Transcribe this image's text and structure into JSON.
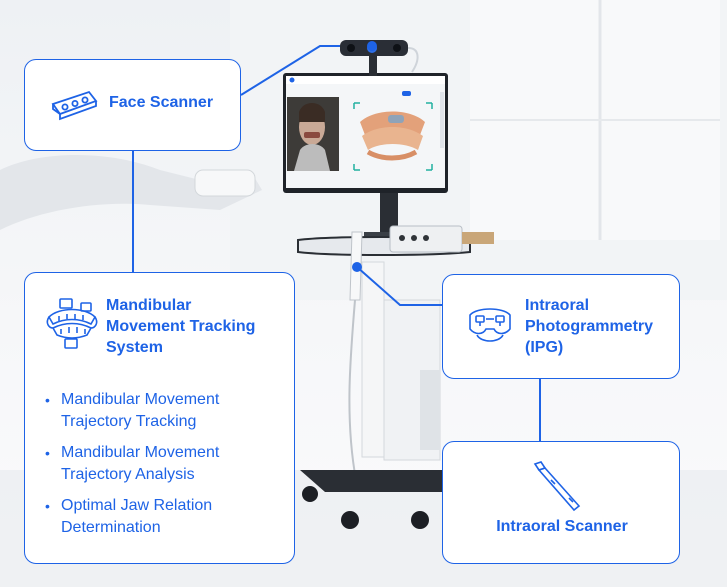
{
  "colors": {
    "accent": "#1e63e6"
  },
  "face_scanner": {
    "title": "Face Scanner",
    "icon": "face-scanner-icon"
  },
  "mandibular": {
    "title_lines": [
      "Mandibular",
      "Movement Tracking",
      "System"
    ],
    "icon": "jaw-tracking-icon",
    "bullets": [
      {
        "line1": "Mandibular Movement",
        "line2": "Trajectory Tracking"
      },
      {
        "line1": "Mandibular Movement",
        "line2": "Trajectory Analysis"
      },
      {
        "line1": "Optimal Jaw Relation",
        "line2": "Determination"
      }
    ]
  },
  "ipg": {
    "title_lines": [
      "Intraoral",
      "Photogrammetry",
      "(IPG)"
    ],
    "icon": "ipg-icon"
  },
  "intraoral_scanner": {
    "title": "Intraoral Scanner",
    "icon": "intraoral-scanner-icon"
  }
}
